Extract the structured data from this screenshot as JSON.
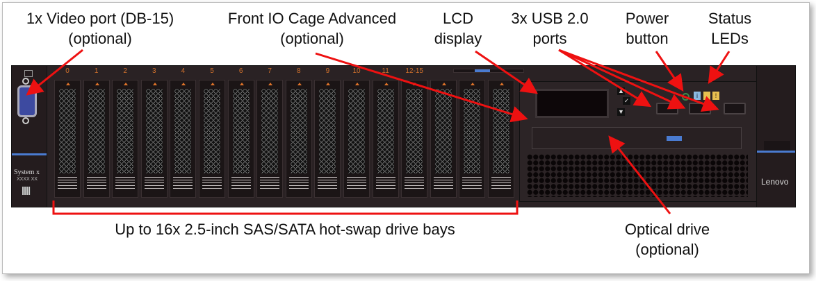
{
  "callouts": {
    "video_port": [
      "1x Video port (DB-15)",
      "(optional)"
    ],
    "front_io": [
      "Front IO Cage Advanced",
      "(optional)"
    ],
    "lcd": [
      "LCD",
      "display"
    ],
    "usb": [
      "3x USB 2.0",
      "ports"
    ],
    "power": [
      "Power",
      "button"
    ],
    "leds": [
      "Status",
      "LEDs"
    ],
    "drive_bays": "Up to 16x 2.5-inch SAS/SATA hot-swap drive bays",
    "optical": [
      "Optical drive",
      "(optional)"
    ]
  },
  "server": {
    "model": "System x",
    "model_sub": "XXXX XX",
    "brand": "Lenovo",
    "bay_numbers": [
      "0",
      "1",
      "2",
      "3",
      "4",
      "5",
      "6",
      "7",
      "8",
      "9",
      "10",
      "11",
      "12-15"
    ],
    "bay_count": 16,
    "colors": {
      "arrow": "#ee1111",
      "accent_blue": "#4a7bd0",
      "bay_number": "#d0702c"
    }
  }
}
